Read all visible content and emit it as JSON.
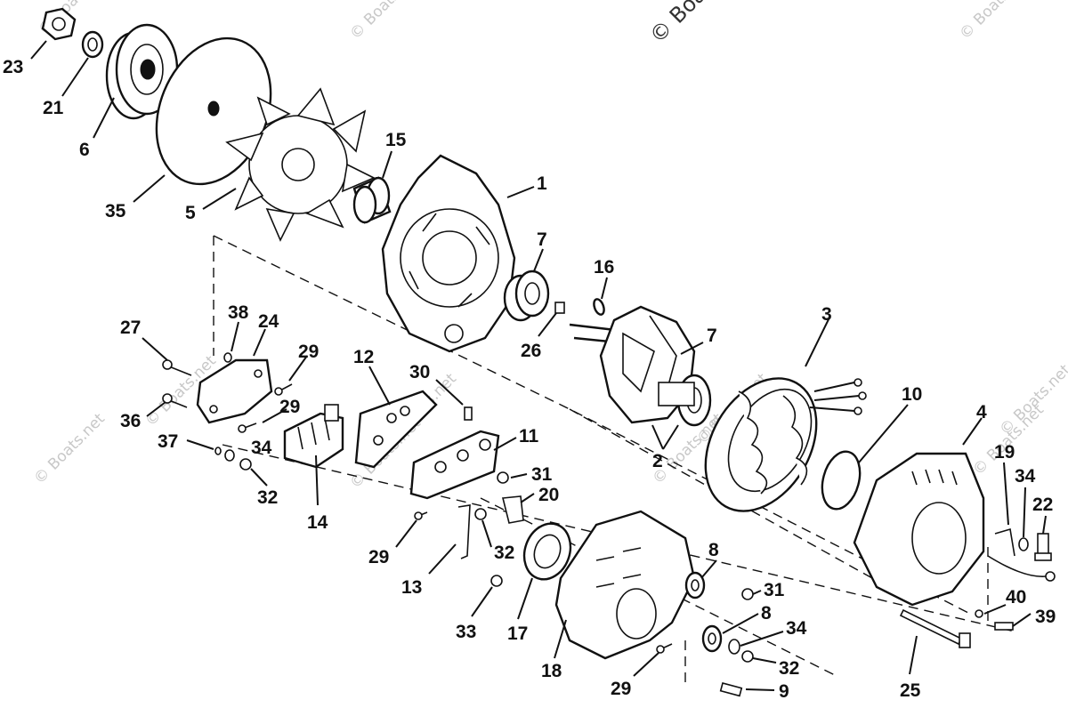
{
  "watermarks": {
    "top_center": "© Boats.net",
    "repeat": "© Boats.net"
  },
  "callouts": {
    "c23": "23",
    "c21": "21",
    "c6": "6",
    "c35": "35",
    "c5": "5",
    "c15": "15",
    "c1": "1",
    "c7a": "7",
    "c7b": "7",
    "c16": "16",
    "c26": "26",
    "c3": "3",
    "c10": "10",
    "c2": "2",
    "c4": "4",
    "c27": "27",
    "c38": "38",
    "c24": "24",
    "c29a": "29",
    "c29b": "29",
    "c36": "36",
    "c37": "37",
    "c34a": "34",
    "c32a": "32",
    "c14": "14",
    "c12": "12",
    "c30": "30",
    "c11": "11",
    "c31a": "31",
    "c20": "20",
    "c29c": "29",
    "c32b": "32",
    "c13": "13",
    "c33": "33",
    "c17": "17",
    "c18": "18",
    "c29d": "29",
    "c8a": "8",
    "c31b": "31",
    "c8b": "8",
    "c34b": "34",
    "c32c": "32",
    "c9": "9",
    "c25": "25",
    "c19": "19",
    "c34c": "34",
    "c22": "22",
    "c40": "40",
    "c39": "39"
  },
  "colors": {
    "ink": "#111111",
    "watermark": "#c8c8c8",
    "background": "#ffffff"
  }
}
